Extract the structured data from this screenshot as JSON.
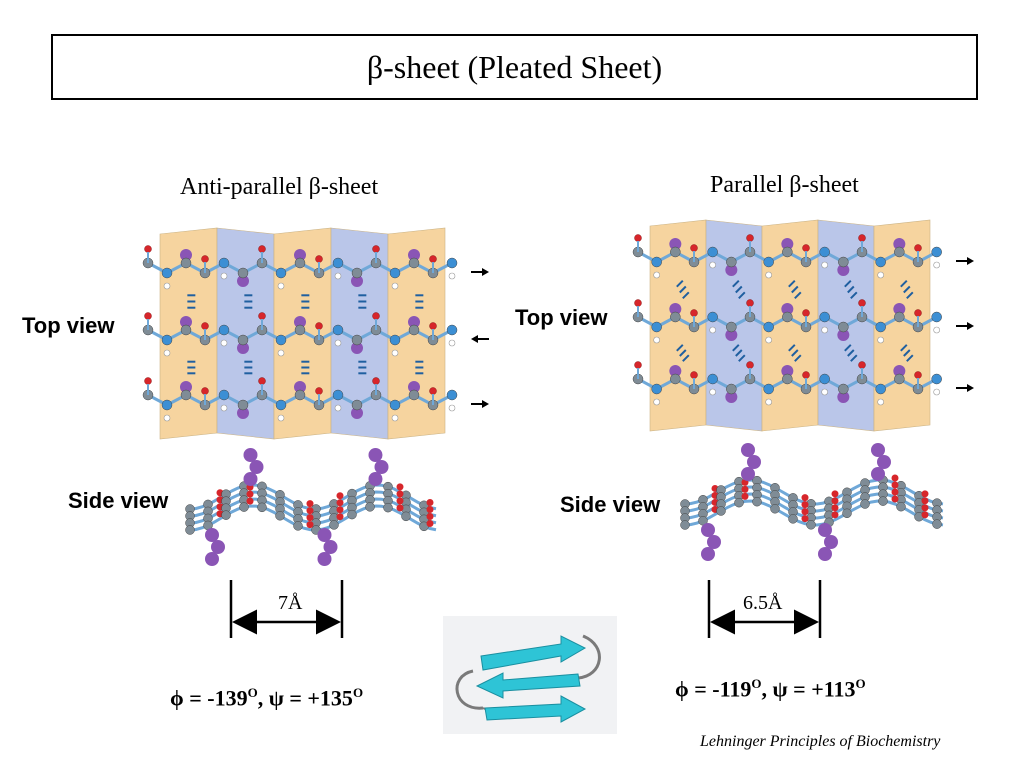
{
  "title": "β-sheet (Pleated Sheet)",
  "panels": {
    "antiparallel": {
      "title": "Anti-parallel β-sheet",
      "top_view_label": "Top view",
      "side_view_label": "Side view",
      "spacing": "7Å",
      "phi_label": "ϕ = -139",
      "phi_unit": "O",
      "psi_label": ",  ψ = +135",
      "psi_unit": "O",
      "strand_directions": [
        "right",
        "left",
        "right"
      ]
    },
    "parallel": {
      "title": "Parallel β-sheet",
      "top_view_label": "Top view",
      "side_view_label": "Side view",
      "spacing": "6.5Å",
      "phi_label": "ϕ = -119",
      "phi_unit": "O",
      "psi_label": ",  ψ = +113",
      "psi_unit": "O",
      "strand_directions": [
        "right",
        "right",
        "right"
      ]
    }
  },
  "credit": "Lehninger Principles of Biochemistry",
  "colors": {
    "pleat_orange": "#f6d29a",
    "pleat_blue": "#b7c3e8",
    "carbon": "#7f8c96",
    "nitrogen": "#3c8fd4",
    "oxygen": "#d7262b",
    "hydrogen": "#ffffff",
    "side_chain": "#8a55b5",
    "bond": "#6fa8d8",
    "ribbon": "#2ec4d6"
  }
}
